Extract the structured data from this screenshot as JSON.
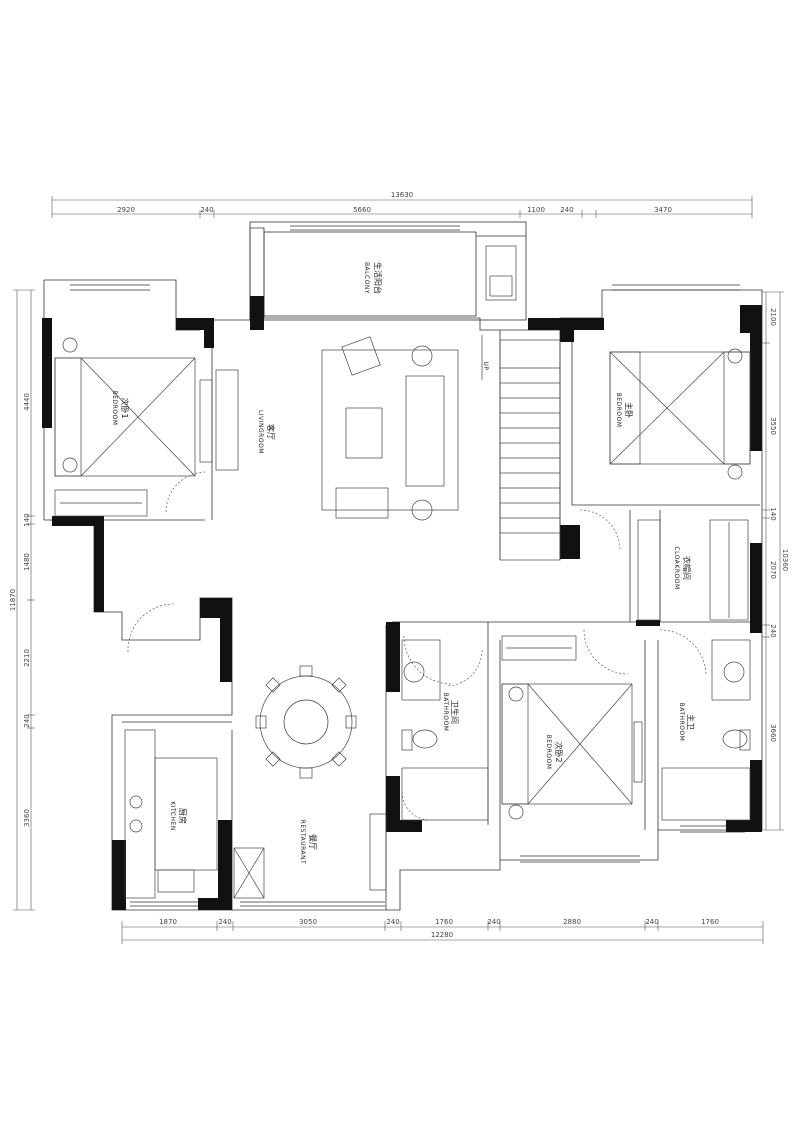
{
  "dimensions": {
    "top_total": "13630",
    "top": [
      "2920",
      "240",
      "5660",
      "1100",
      "240",
      "3470"
    ],
    "bottom": [
      "1870",
      "240",
      "3050",
      "240",
      "1760",
      "240",
      "2880",
      "240",
      "1760"
    ],
    "bottom_total": "12280",
    "left": [
      "4440",
      "140",
      "1480",
      "2210",
      "240",
      "3360"
    ],
    "left_total": "11870",
    "right": [
      "2100",
      "3550",
      "140",
      "2070",
      "240",
      "3660"
    ],
    "right_total": "10360"
  },
  "rooms": {
    "balcony": {
      "zh": "生活阳台",
      "en": "BALCONY"
    },
    "bedroom1": {
      "zh": "次卧1",
      "en": "BEDROOM"
    },
    "living": {
      "zh": "客厅",
      "en": "LIVINGROOM"
    },
    "master": {
      "zh": "主卧",
      "en": "BEDROOM"
    },
    "cloak": {
      "zh": "衣帽间",
      "en": "CLOAKROOM"
    },
    "bath_public": {
      "zh": "卫生间",
      "en": "BATHROOM"
    },
    "bedroom2": {
      "zh": "次卧2",
      "en": "BEDROOM"
    },
    "bath_master": {
      "zh": "主卫",
      "en": "BATHROOM"
    },
    "kitchen": {
      "zh": "厨房",
      "en": "KITCHEN"
    },
    "dining": {
      "zh": "餐厅",
      "en": "RESTAURANT"
    }
  },
  "stair_label": "UP"
}
